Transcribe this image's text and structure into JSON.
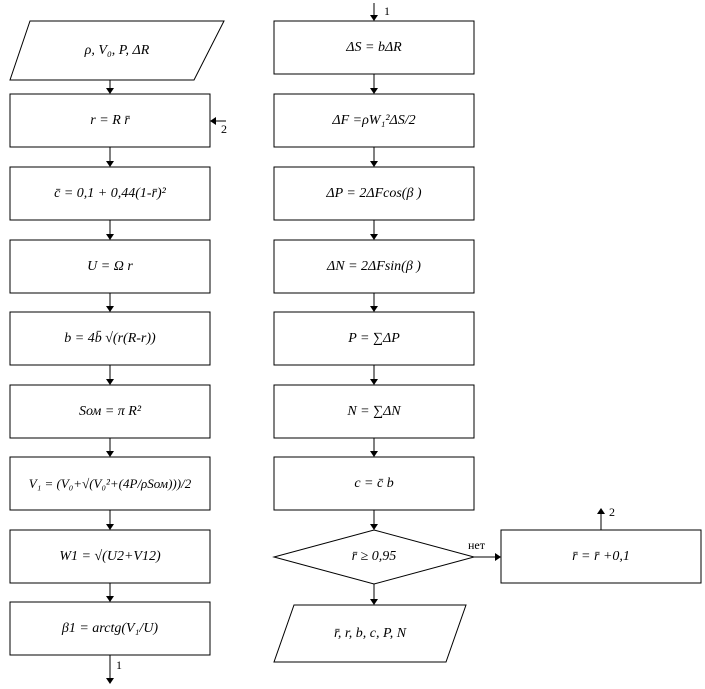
{
  "left_column": [
    {
      "id": "input",
      "shape": "parallelogram",
      "text": "ρ, V₀, P, ΔR"
    },
    {
      "id": "r-calc",
      "shape": "process",
      "text": "r = R r̄"
    },
    {
      "id": "c-calc",
      "shape": "process",
      "text": "c̄ = 0,1 + 0,44(1-r̄)²"
    },
    {
      "id": "u-calc",
      "shape": "process",
      "text": "U = Ω r"
    },
    {
      "id": "b-calc",
      "shape": "process",
      "text": "b = 4b̄ √(r(R-r))"
    },
    {
      "id": "som-calc",
      "shape": "process",
      "text": "Sом = π R²"
    },
    {
      "id": "v1-calc",
      "shape": "process",
      "text": "V₁ = (V₀+√(V₀²+(4P/ρSом)))/2"
    },
    {
      "id": "w1-calc",
      "shape": "process",
      "text": "W1 = √(U2+V12)"
    },
    {
      "id": "beta1-calc",
      "shape": "process",
      "text": "β1 = arctg(V₁/U)"
    }
  ],
  "right_column": [
    {
      "id": "ds-calc",
      "shape": "process",
      "text": "ΔS = bΔR"
    },
    {
      "id": "df-calc",
      "shape": "process",
      "text": "ΔF =ρW₁²ΔS/2"
    },
    {
      "id": "dp-calc",
      "shape": "process",
      "text": "ΔP = 2ΔFcos(β )"
    },
    {
      "id": "dn-calc",
      "shape": "process",
      "text": "ΔN = 2ΔFsin(β )"
    },
    {
      "id": "p-sum",
      "shape": "process",
      "text": "P = ∑ΔP"
    },
    {
      "id": "n-sum",
      "shape": "process",
      "text": "N = ∑ΔN"
    },
    {
      "id": "c-final",
      "shape": "process",
      "text": "c = c̄ b"
    },
    {
      "id": "decision",
      "shape": "decision",
      "text": "r̄ ≥ 0,95"
    },
    {
      "id": "output",
      "shape": "parallelogram",
      "text": "r̄, r, b, c, P, N"
    }
  ],
  "increment": {
    "text": "r̄ = r̄ +0,1"
  },
  "connectors": {
    "c1_bottom": "1",
    "c1_top": "1",
    "c2_in": "2",
    "c2_out": "2",
    "no_label": "нет"
  }
}
